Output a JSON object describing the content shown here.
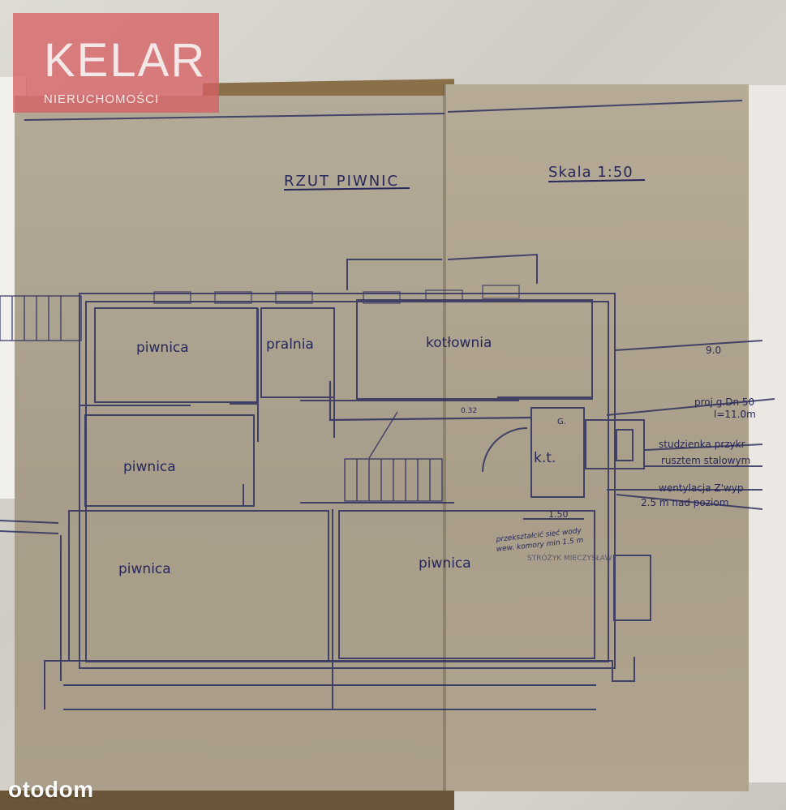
{
  "logo": {
    "brand": "KELAR",
    "tagline": "NIERUCHOMOŚCI"
  },
  "drawing": {
    "title": "RZUT PIWNIC",
    "scale": "Skala 1:50",
    "rooms": {
      "piwnica_top_left": "piwnica",
      "pralnia": "pralnia",
      "kotlownia": "kotłownia",
      "piwnica_middle_left": "piwnica",
      "kt": "k.t.",
      "piwnica_bottom_left": "piwnica",
      "piwnica_bottom_right": "piwnica"
    },
    "annotations": {
      "dim_9": "9.0",
      "pipe_line1": "proj.g.Dn 50",
      "pipe_line2": "l=11.0m",
      "studzienka": "studzienka przykr",
      "ruszt": "rusztem stalowym",
      "wentylacja": "wentylacja Z'wyp",
      "nad_poziom": "2.5 m nad poziom",
      "dim_150": "1.50",
      "dim_032": "0.32",
      "g_label": "G.",
      "handwritten_line1": "przekształcić sieć wody",
      "handwritten_line2": "wew. komory min 1.5 m",
      "stamp_name": "STRÓŻYK MIECZYSŁAW"
    }
  },
  "watermark": {
    "text": "otodom"
  },
  "colors": {
    "ink": "#27285a",
    "paper": "#aea38f",
    "logo_red": "#d66064"
  }
}
